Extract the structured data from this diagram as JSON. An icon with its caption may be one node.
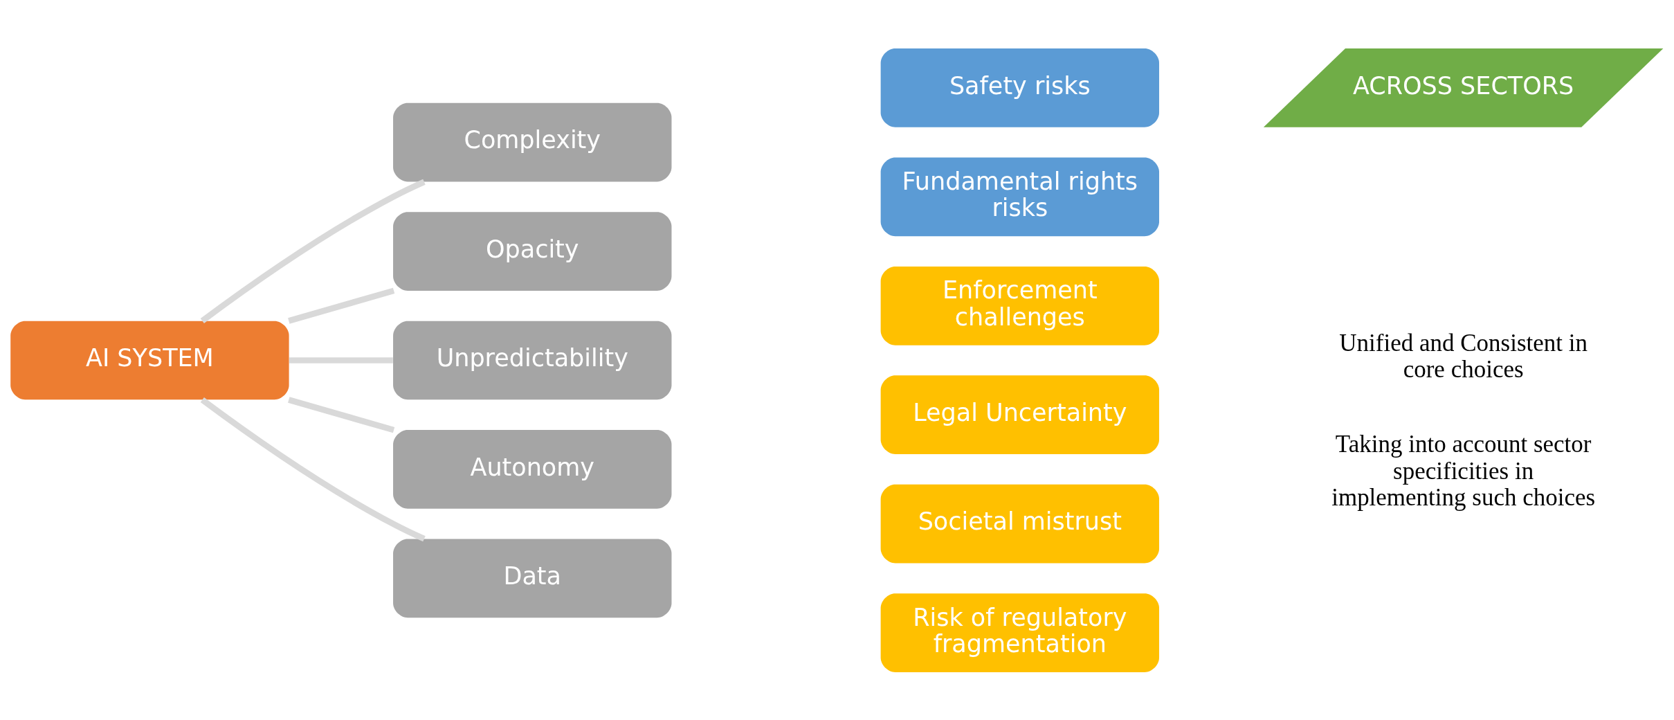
{
  "diagram": {
    "nodes": [
      {
        "text": [
          "AI SYSTEM"
        ]
      },
      {
        "text": [
          "Complexity"
        ]
      },
      {
        "text": [
          "Opacity"
        ]
      },
      {
        "text": [
          "Unpredictability"
        ]
      },
      {
        "text": [
          "Autonomy"
        ]
      },
      {
        "text": [
          "Data"
        ]
      },
      {
        "text": [
          "Safety risks"
        ]
      },
      {
        "text": [
          "Fundamental rights risks"
        ]
      },
      {
        "text": [
          "Enforcement challenges"
        ]
      },
      {
        "text": [
          "Legal Uncertainty"
        ]
      },
      {
        "text": [
          "Societal mistrust"
        ]
      },
      {
        "text": [
          "Risk of regulatory fragmentation"
        ]
      },
      {
        "text": [
          "ACROSS SECTORS"
        ]
      }
    ],
    "edges": [
      {
        "from": 0,
        "to": 1,
        "arrow": "none"
      },
      {
        "from": 0,
        "to": 2,
        "arrow": "none"
      },
      {
        "from": 0,
        "to": 3,
        "arrow": "none"
      },
      {
        "from": 0,
        "to": 4,
        "arrow": "none"
      },
      {
        "from": 0,
        "to": 5,
        "arrow": "none"
      }
    ],
    "labels": [
      "Unified and Consistent in core choices",
      "Taking into account sector specificities in implementing such choices"
    ]
  }
}
